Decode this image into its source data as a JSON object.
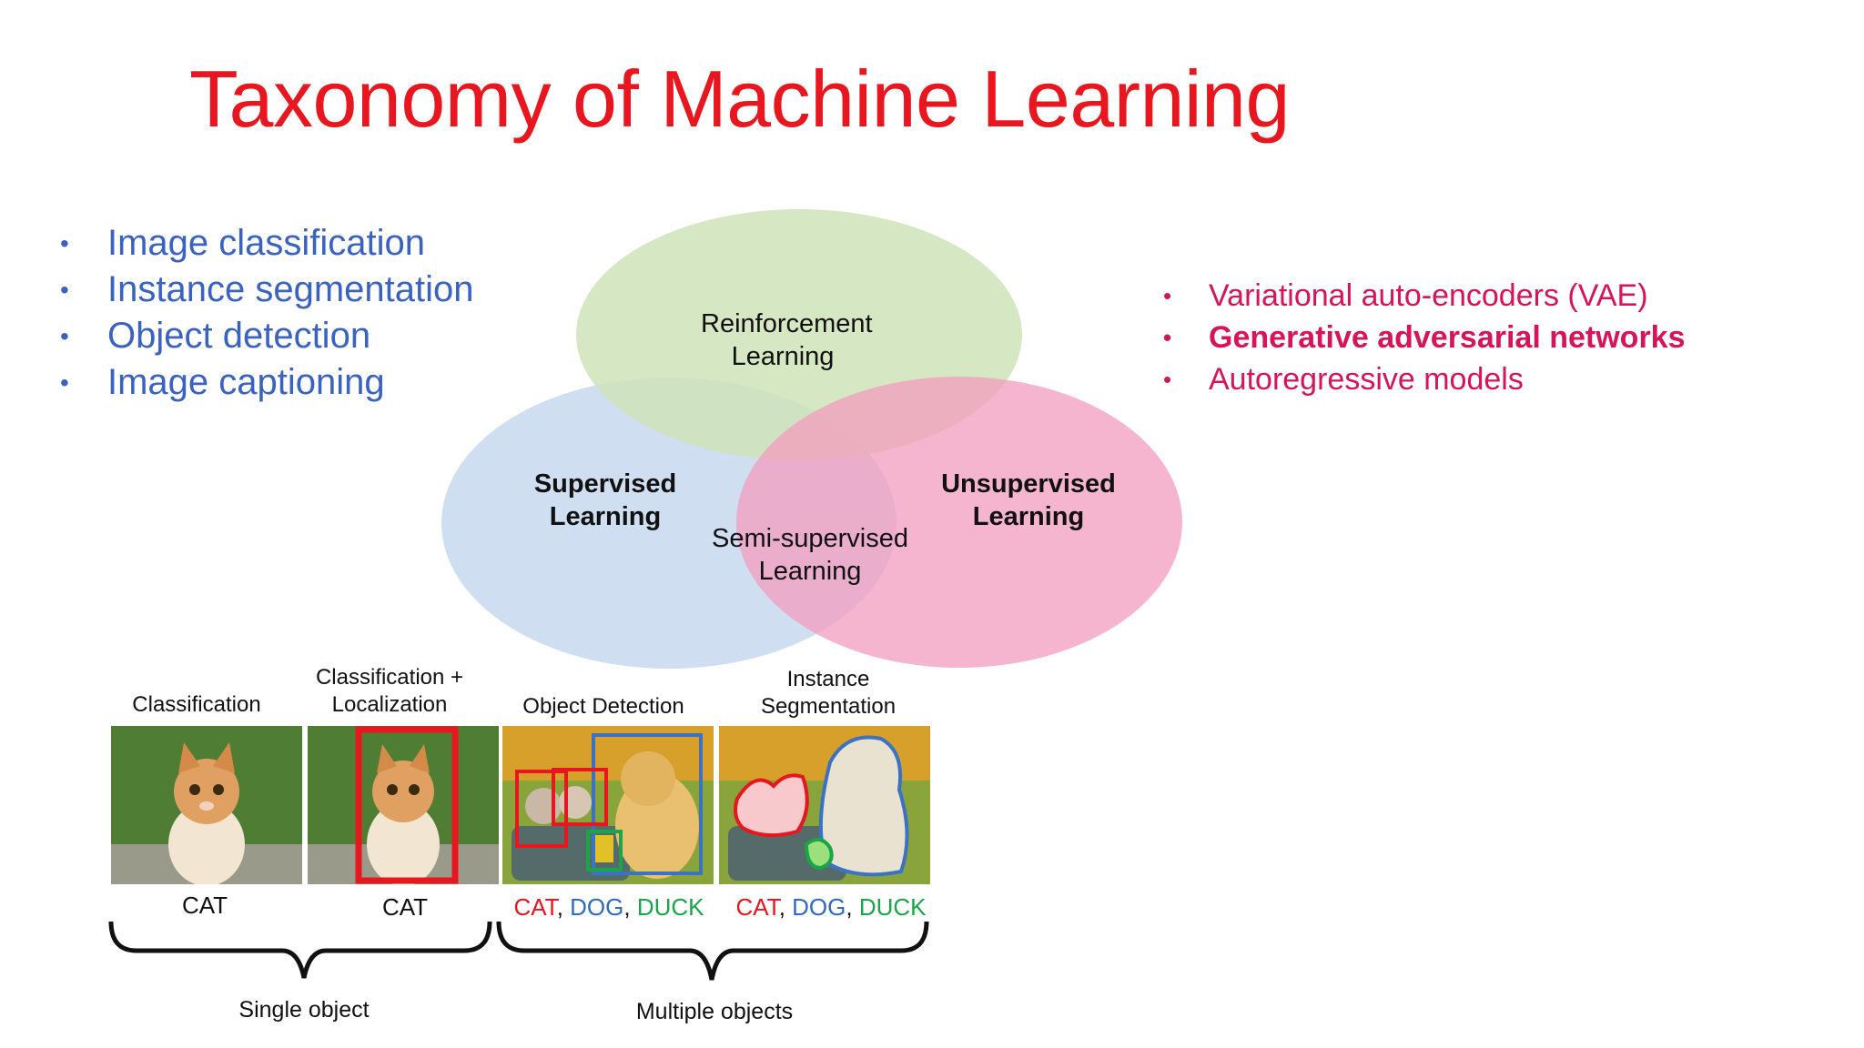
{
  "title": "Taxonomy of Machine Learning",
  "left_bullets": [
    "Image classification",
    "Instance segmentation",
    "Object detection",
    "Image captioning"
  ],
  "right_bullets": [
    "Variational auto-encoders (VAE)",
    "Generative adversarial networks",
    "Autoregressive models"
  ],
  "venn": {
    "reinforcement": "Reinforcement Learning",
    "supervised": "Supervised Learning",
    "unsupervised": "Unsupervised Learning",
    "semi": "Semi-supervised Learning"
  },
  "colors": {
    "title": "#e8161e",
    "left_bullets": "#3a62c0",
    "right_bullets": "#d5145a",
    "reinforcement_fill": "#cfe3b8",
    "supervised_fill": "#c7d9ef",
    "unsupervised_fill": "#f39cbd"
  },
  "cv_tasks": {
    "headers": [
      "Classification",
      "Classification +",
      "Localization",
      "Object Detection",
      "Instance",
      "Segmentation"
    ],
    "caption_single": "CAT",
    "labels": {
      "cat": "CAT",
      "dog": "DOG",
      "duck": "DUCK",
      "sep": ", "
    },
    "groups": [
      "Single object",
      "Multiple objects"
    ]
  }
}
